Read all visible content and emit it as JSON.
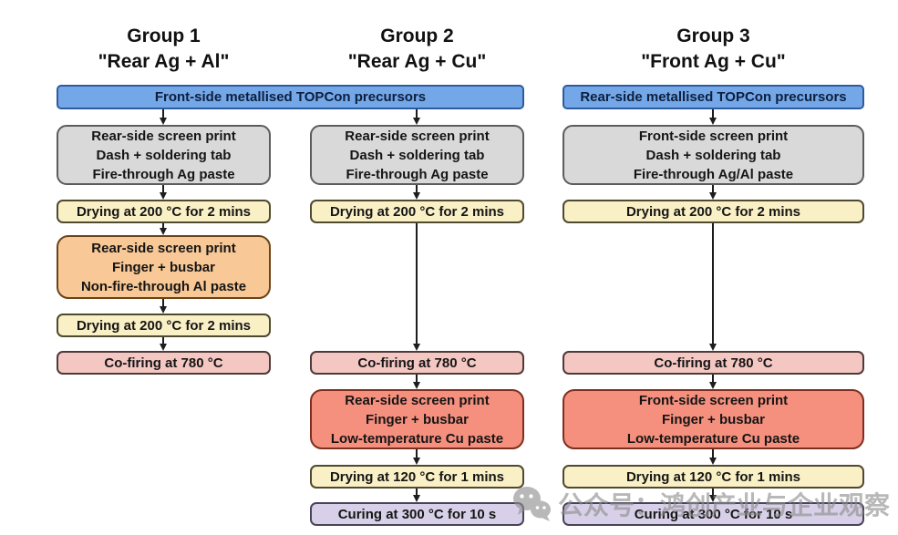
{
  "colors": {
    "precursor_blue": "#74a7e8",
    "screenprint_gray": "#d9d9d9",
    "drying_yellow": "#faf0c6",
    "al_print_orange": "#f8c896",
    "cofiring_pink": "#f4c7c3",
    "cu_print_salmon": "#f5907e",
    "curing_purple": "#d8d0e8"
  },
  "precursor_bars": {
    "group1_2": "Front-side metallised TOPCon precursors",
    "group3": "Rear-side metallised TOPCon precursors"
  },
  "groups": [
    {
      "title": "Group 1",
      "subtitle": "\"Rear Ag + Al\"",
      "steps": {
        "screen_print_1": [
          "Rear-side screen print",
          "Dash + soldering tab",
          "Fire-through Ag paste"
        ],
        "drying_1": "Drying at 200 °C for 2 mins",
        "screen_print_2": [
          "Rear-side screen print",
          "Finger + busbar",
          "Non-fire-through Al paste"
        ],
        "drying_2": "Drying at 200 °C for 2 mins",
        "cofiring": "Co-firing at 780 °C"
      }
    },
    {
      "title": "Group 2",
      "subtitle": "\"Rear Ag + Cu\"",
      "steps": {
        "screen_print_1": [
          "Rear-side screen print",
          "Dash + soldering tab",
          "Fire-through Ag paste"
        ],
        "drying_1": "Drying at 200 °C for 2 mins",
        "cofiring": "Co-firing at 780 °C",
        "screen_print_2": [
          "Rear-side screen print",
          "Finger + busbar",
          "Low-temperature Cu paste"
        ],
        "drying_2": "Drying at 120 °C for 1 mins",
        "curing": "Curing at 300 °C for 10 s"
      }
    },
    {
      "title": "Group 3",
      "subtitle": "\"Front Ag + Cu\"",
      "steps": {
        "screen_print_1": [
          "Front-side screen print",
          "Dash + soldering tab",
          "Fire-through Ag/Al paste"
        ],
        "drying_1": "Drying at 200 °C for 2 mins",
        "cofiring": "Co-firing at 780 °C",
        "screen_print_2": [
          "Front-side screen print",
          "Finger + busbar",
          "Low-temperature Cu paste"
        ],
        "drying_2": "Drying at 120 °C for 1 mins",
        "curing": "Curing at 300 °C for 10 s"
      }
    }
  ],
  "watermark": {
    "icon": "wechat-icon",
    "text": "公众号：鸿创产业与企业观察"
  }
}
